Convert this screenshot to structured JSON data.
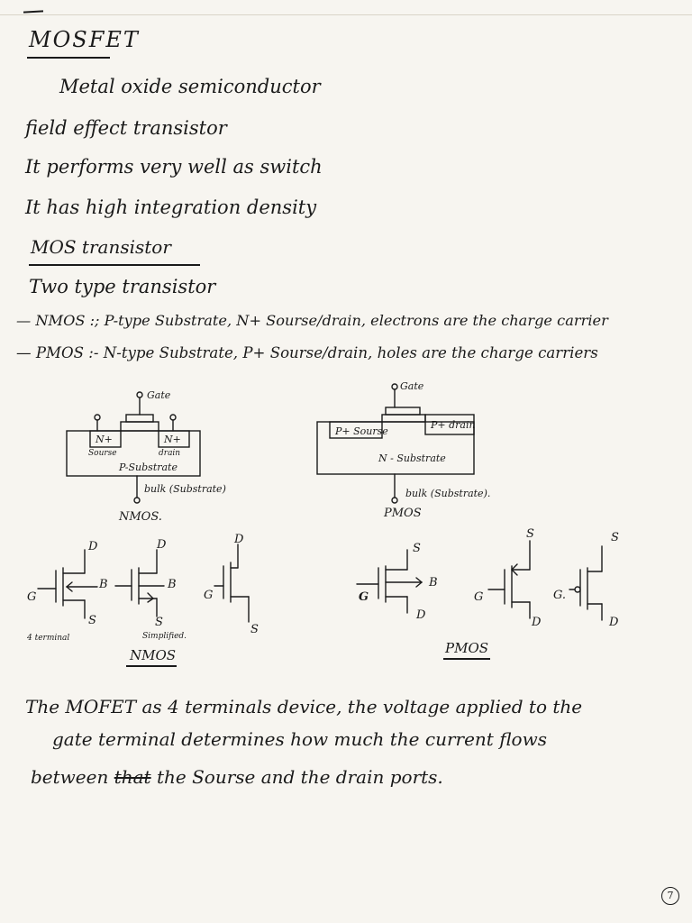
{
  "title": "MOSFET",
  "lines": [
    "Metal oxide semiconductor",
    "field effect transistor",
    "It performs very well as switch",
    "It has high integration density",
    "MOS transistor",
    "Two type transistor",
    "— NMOS :; P-type Substrate, N+ Sourse/drain, electrons are the charge carrier",
    "— PMOS :- N-type Substrate, P+ Sourse/drain, holes are the charge carriers"
  ],
  "structure_nmos": {
    "gate": "Gate",
    "source": "N+",
    "source_name": "Sourse",
    "drain": "N+",
    "drain_name": "drain",
    "substrate": "P-Substrate",
    "bulk": "bulk (Substrate)",
    "caption": "NMOS."
  },
  "structure_pmos": {
    "gate": "Gate",
    "source": "P+ Sourse",
    "drain": "P+ drain",
    "substrate": "N - Substrate",
    "bulk": "bulk (Substrate).",
    "caption": "PMOS"
  },
  "symbols_nmos": {
    "d1": "D",
    "g1": "G",
    "b1": "B",
    "s1": "S",
    "note1": "4 terminal",
    "d2": "D",
    "b2": "B",
    "s2": "S",
    "note2": "Simplified.",
    "d3": "D",
    "g3": "G",
    "s3": "S",
    "caption": "NMOS"
  },
  "symbols_pmos": {
    "s1": "S",
    "g1": "G",
    "b1": "B",
    "d1": "D",
    "s2": "S",
    "g2": "G",
    "d2": "D",
    "s3": "S",
    "g3": "G.",
    "d3": "D",
    "caption": "PMOS"
  },
  "bottom": {
    "line1": "The MOFET as 4 terminals device, the voltage applied to the",
    "line2": "gate terminal determines how much the current flows",
    "line3_a": "between",
    "line3_struck": "that",
    "line3_b": "the Sourse and the drain ports."
  },
  "page_number": "7",
  "colors": {
    "paper": "#f7f5f0",
    "ink": "#1a1a1a"
  }
}
